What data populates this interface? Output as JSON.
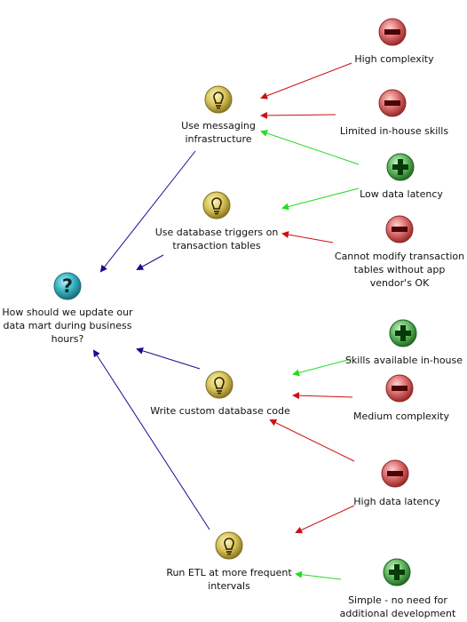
{
  "question": {
    "label": "How should we update our data mart during business hours?",
    "icon": "question-mark-icon",
    "icon_color": "#2aa4b4"
  },
  "ideas": [
    {
      "id": "msg",
      "label": "Use messaging infrastructure",
      "icon": "lightbulb-icon"
    },
    {
      "id": "trig",
      "label": "Use database triggers on transaction tables",
      "icon": "lightbulb-icon"
    },
    {
      "id": "custom",
      "label": "Write custom database code",
      "icon": "lightbulb-icon"
    },
    {
      "id": "etl",
      "label": "Run ETL at more frequent intervals",
      "icon": "lightbulb-icon"
    }
  ],
  "arguments": [
    {
      "id": "a1",
      "label": "High complexity",
      "kind": "con",
      "icon": "minus-icon"
    },
    {
      "id": "a2",
      "label": "Limited in-house skills",
      "kind": "con",
      "icon": "minus-icon"
    },
    {
      "id": "a3",
      "label": "Low data latency",
      "kind": "pro",
      "icon": "plus-icon"
    },
    {
      "id": "a4",
      "label": "Cannot modify transaction tables without app vendor's OK",
      "kind": "con",
      "icon": "minus-icon"
    },
    {
      "id": "a5",
      "label": "Skills available in-house",
      "kind": "pro",
      "icon": "plus-icon"
    },
    {
      "id": "a6",
      "label": "Medium complexity",
      "kind": "con",
      "icon": "minus-icon"
    },
    {
      "id": "a7",
      "label": "High data latency",
      "kind": "con",
      "icon": "minus-icon"
    },
    {
      "id": "a8",
      "label": "Simple - no need for additional development",
      "kind": "pro",
      "icon": "plus-icon"
    }
  ],
  "colors": {
    "idea_link": "#1a0c8a",
    "pro_link": "#22dd22",
    "con_link": "#cc1111",
    "pro_icon": "#2e8b2e",
    "con_icon": "#c84444",
    "idea_icon": "#c9b545"
  }
}
